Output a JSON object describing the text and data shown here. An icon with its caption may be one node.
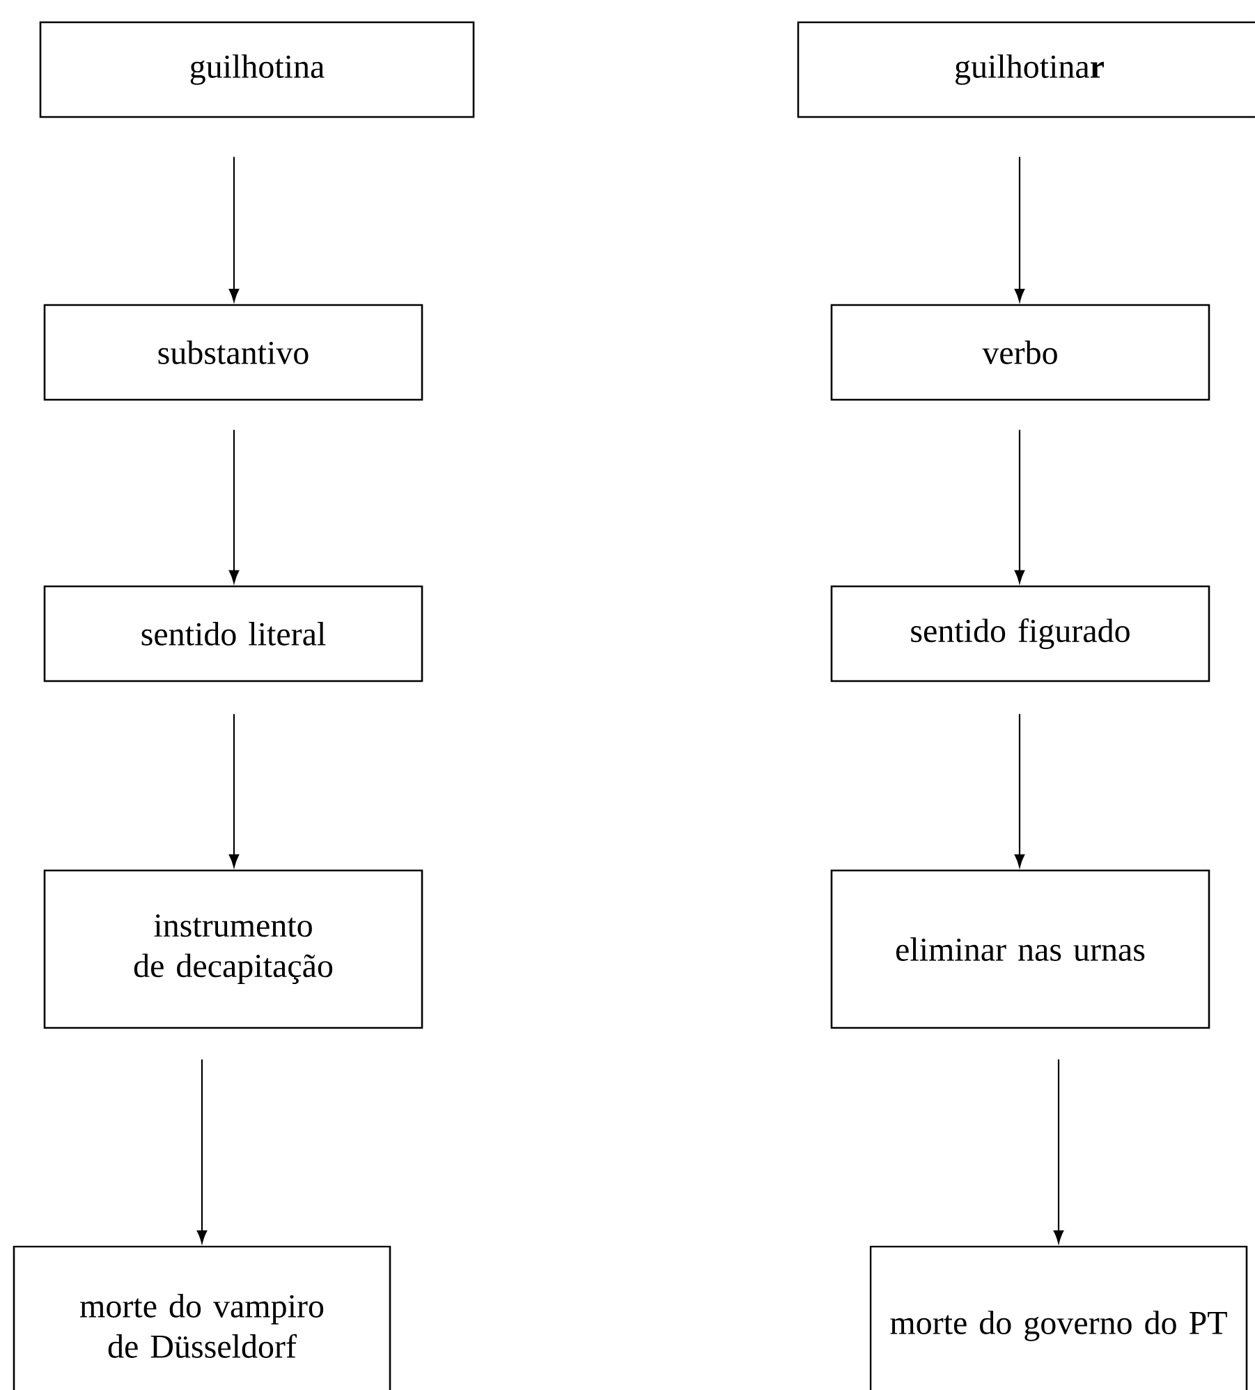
{
  "diagram": {
    "nodes": [
      {
        "text": [
          "guilhotina"
        ]
      },
      {
        "text": [
          "substantivo"
        ]
      },
      {
        "text": [
          "sentido literal"
        ]
      },
      {
        "text": [
          "instrumento de decapitação"
        ]
      },
      {
        "text": [
          "morte do vampiro de Düsseldorf"
        ]
      },
      {
        "text": [
          "guilhotina**r**"
        ]
      },
      {
        "text": [
          "verbo"
        ]
      },
      {
        "text": [
          "sentido figurado"
        ]
      },
      {
        "text": [
          "eliminar nas urnas"
        ]
      },
      {
        "text": [
          "morte do governo do PT"
        ]
      }
    ],
    "edges": [
      {
        "from": 0,
        "to": 1,
        "arrow": "to"
      },
      {
        "from": 1,
        "to": 2,
        "arrow": "to"
      },
      {
        "from": 2,
        "to": 3,
        "arrow": "to"
      },
      {
        "from": 3,
        "to": 4,
        "arrow": "to"
      },
      {
        "from": 5,
        "to": 6,
        "arrow": "to"
      },
      {
        "from": 6,
        "to": 7,
        "arrow": "to"
      },
      {
        "from": 7,
        "to": 8,
        "arrow": "to"
      },
      {
        "from": 8,
        "to": 9,
        "arrow": "to"
      }
    ]
  }
}
